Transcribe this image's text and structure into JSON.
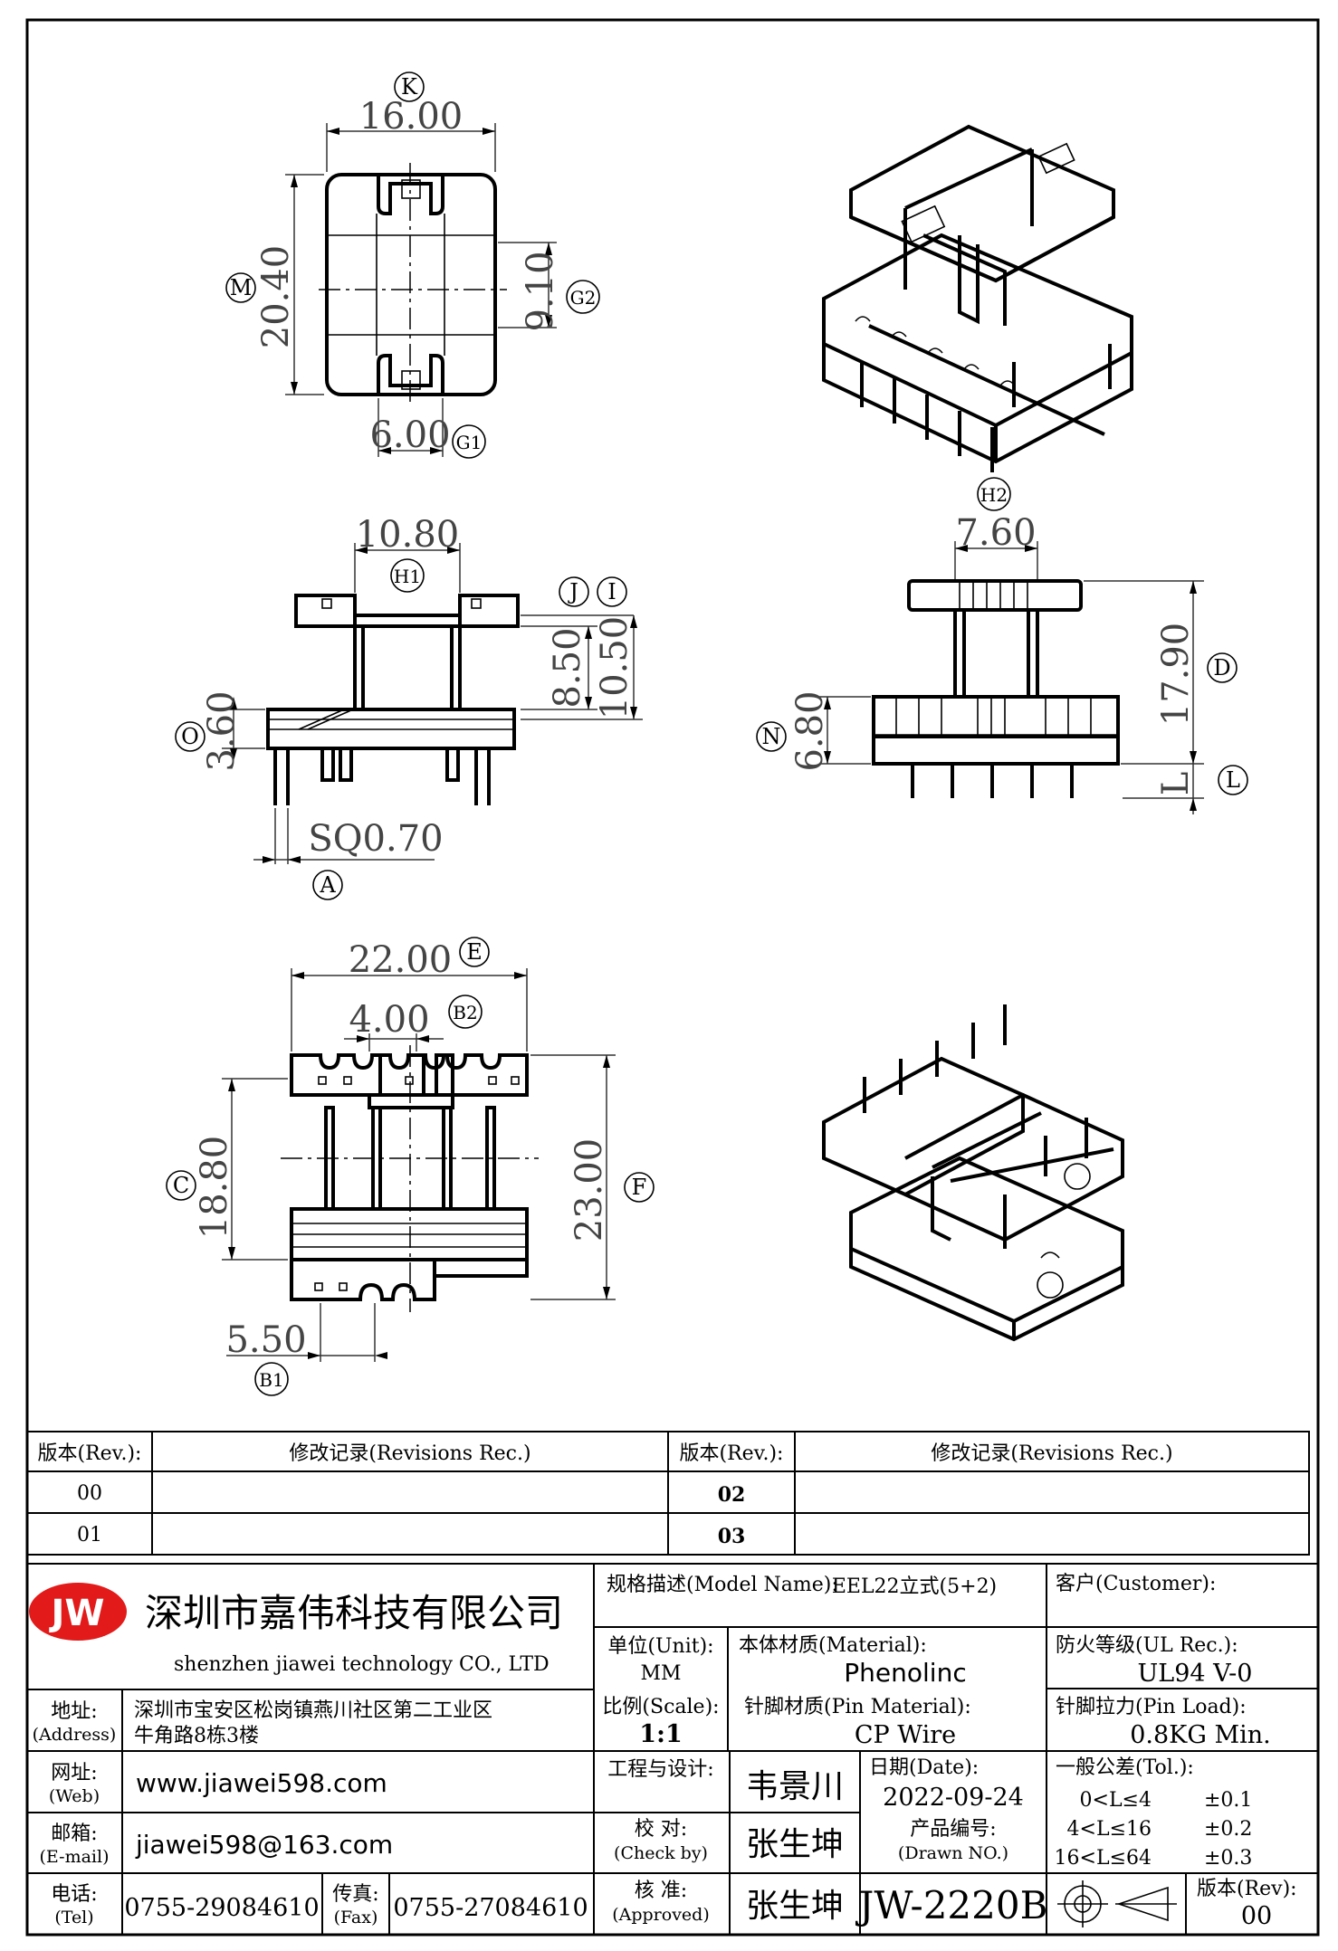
{
  "dimensions": {
    "top": {
      "width": "16.00",
      "height": "20.40",
      "g2": "9.10",
      "g1": "6.00"
    },
    "side": {
      "h1": "10.80",
      "j_i_a": "8.50",
      "j_i_b": "10.50",
      "o": "3.60",
      "pin": "SQ0.70"
    },
    "end": {
      "h2": "7.60",
      "d": "17.90",
      "n": "6.80",
      "l": "L"
    },
    "bottom": {
      "e": "22.00",
      "b2": "4.00",
      "c": "18.80",
      "f": "23.00",
      "b1": "5.50"
    }
  },
  "labels": {
    "K": "K",
    "M": "M",
    "G2": "G2",
    "G1": "G1",
    "H1": "H1",
    "J": "J",
    "I": "I",
    "O": "O",
    "A": "A",
    "H2": "H2",
    "D": "D",
    "N": "N",
    "L": "L",
    "E": "E",
    "B2": "B2",
    "C": "C",
    "F": "F",
    "B1": "B1"
  },
  "revisions": {
    "col_rev": "版本(Rev.):",
    "col_rec": "修改记录(Revisions Rec.)",
    "rows": [
      {
        "left": "00",
        "right": "02"
      },
      {
        "left": "01",
        "right": "03"
      }
    ]
  },
  "company": {
    "logo": "JW",
    "name_cn": "深圳市嘉伟科技有限公司",
    "name_en": "shenzhen  jiawei  technology  CO., LTD",
    "address_label": "地址:",
    "address_label_en": "(Address)",
    "address_line1": "深圳市宝安区松岗镇燕川社区第二工业区",
    "address_line2": "牛角路8栋3楼",
    "web_label": "网址:",
    "web_label_en": "(Web)",
    "web": "www.jiawei598.com",
    "email_label": "邮箱:",
    "email_label_en": "(E-mail)",
    "email": "jiawei598@163.com",
    "tel_label": "电话:",
    "tel_label_en": "(Tel)",
    "tel": "0755-29084610",
    "fax_label": "传真:",
    "fax_label_en": "(Fax)",
    "fax": "0755-27084610"
  },
  "spec": {
    "model_label": "规格描述(Model Name):",
    "model": "EEL22立式(5+2)",
    "customer_label": "客户(Customer):",
    "unit_label": "单位(Unit):",
    "unit": "MM",
    "material_label": "本体材质(Material):",
    "material": "Phenolinc",
    "ul_label": "防火等级(UL Rec.):",
    "ul": "UL94  V-0",
    "scale_label": "比例(Scale):",
    "scale": "1:1",
    "pin_material_label": "针脚材质(Pin Material):",
    "pin_material": "CP Wire",
    "pin_load_label": "针脚拉力(Pin Load):",
    "pin_load": "0.8KG Min.",
    "design_label": "工程与设计:",
    "designer": "韦景川",
    "date_label": "日期(Date):",
    "date": "2022-09-24",
    "tol_label": "一般公差(Tol.):",
    "tol": [
      {
        "range": "0<L≤4",
        "value": "±0.1"
      },
      {
        "range": "4<L≤16",
        "value": "±0.2"
      },
      {
        "range": "16<L≤64",
        "value": "±0.3"
      }
    ],
    "check_label": "校  对:",
    "check_label_en": "(Check by)",
    "checker": "张生坤",
    "drawn_label": "产品编号:",
    "drawn_label_en": "(Drawn NO.)",
    "approve_label": "核  准:",
    "approve_label_en": "(Approved)",
    "approver": "张生坤",
    "drawing_no": "JW-2220B",
    "rev_label": "版本(Rev):",
    "rev": "00"
  },
  "colors": {
    "logo_red": "#e21a1a",
    "ink": "#000000"
  }
}
